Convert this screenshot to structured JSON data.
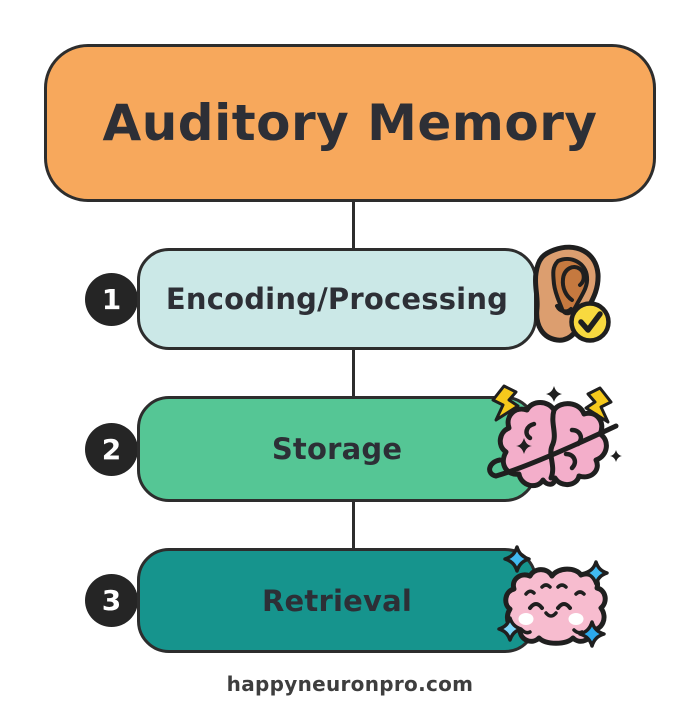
{
  "header": {
    "title": "Auditory Memory",
    "bg": "#f7a85c"
  },
  "steps": [
    {
      "number": "1",
      "label": "Encoding/Processing",
      "bg": "#cbe8e7",
      "icon": "ear-with-checkmark"
    },
    {
      "number": "2",
      "label": "Storage",
      "bg": "#55c695",
      "icon": "brain-with-lightning"
    },
    {
      "number": "3",
      "label": "Retrieval",
      "bg": "#16948d",
      "icon": "happy-brain-with-sparkles"
    }
  ],
  "footer": {
    "url": "happyneuronpro.com"
  },
  "colors": {
    "background": "#ffffff",
    "outline": "#2d2d2d",
    "header_orange": "#f7a85c",
    "step1_cyan": "#cbe8e7",
    "step2_green": "#55c695",
    "step3_teal": "#16948d",
    "badge_black": "#252525",
    "text_dark": "#2d2f36",
    "ear_outer_tan": "#dc9e6f",
    "ear_inner_brown": "#c5793f",
    "check_yellow": "#f8d93f",
    "brain_pink": "#f3aeca",
    "brain_pink_light": "#f7bccf",
    "lightning_yellow": "#f6c91c",
    "sparkle_blue": "#41baf1",
    "sparkle_blue_light": "#7fd6f8",
    "sparkle_blue_dark": "#2ca9ec"
  }
}
